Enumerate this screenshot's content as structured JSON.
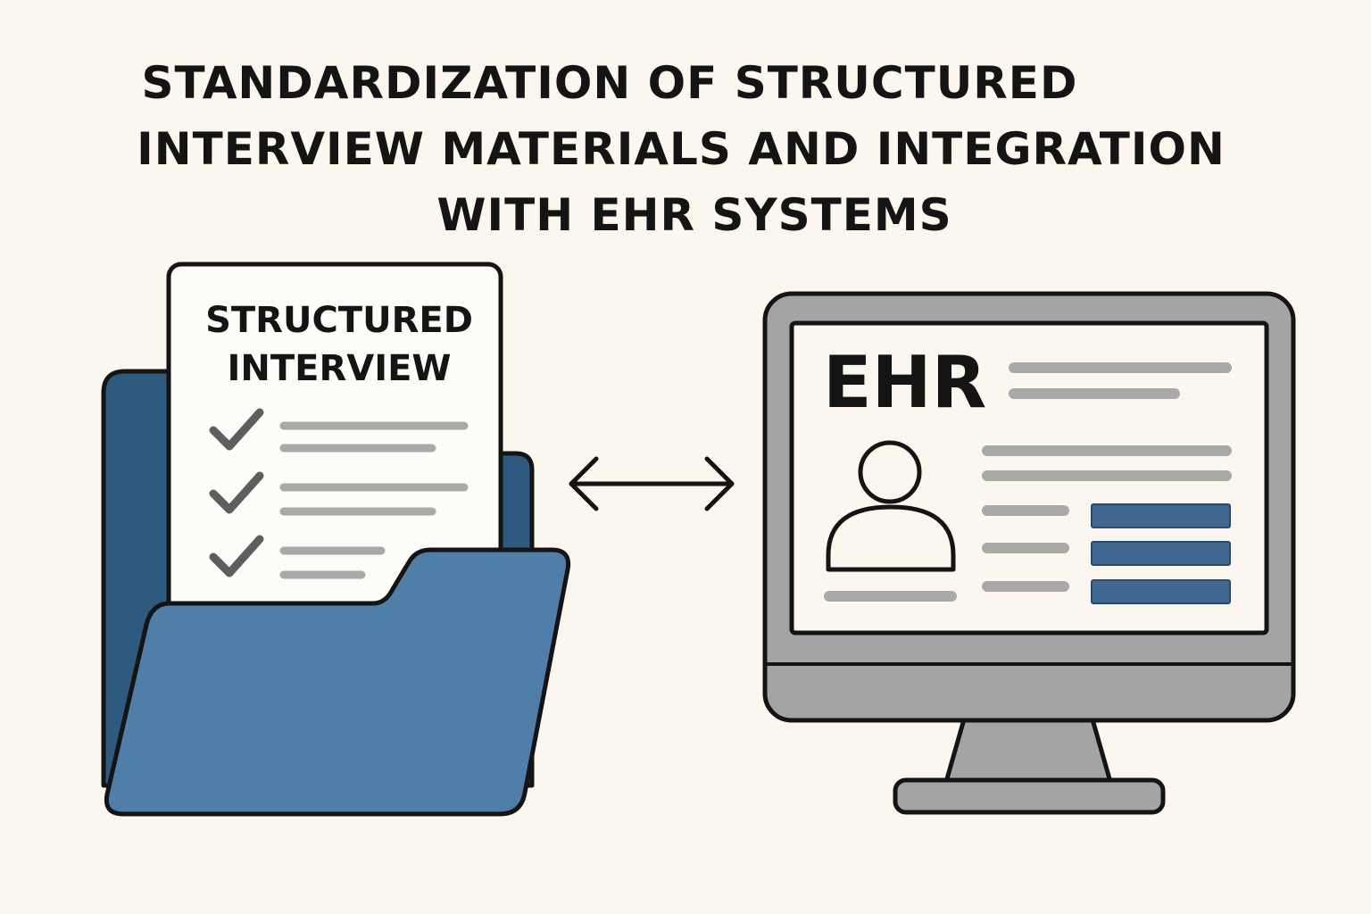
{
  "title": {
    "line1": "STANDARDIZATION OF STRUCTURED",
    "line2": "INTERVIEW MATERIALS AND INTEGRATION",
    "line3": "WITH EHR SYSTEMS"
  },
  "document": {
    "heading_line1": "STRUCTURED",
    "heading_line2": "INTERVIEW",
    "checked_items": 3
  },
  "monitor": {
    "screen_label": "EHR"
  },
  "colors": {
    "background": "#fbf7ee",
    "folder_back": "#2f5a80",
    "folder_front": "#4f7ea8",
    "accent_bar": "#3f6791",
    "placeholder_line": "#a9a9a9",
    "monitor_frame": "#a4a4a4",
    "outline": "#141414"
  },
  "icons": [
    "folder-icon",
    "document-icon",
    "checkmark-icon",
    "bidirectional-arrow-icon",
    "monitor-icon",
    "user-avatar-icon"
  ]
}
